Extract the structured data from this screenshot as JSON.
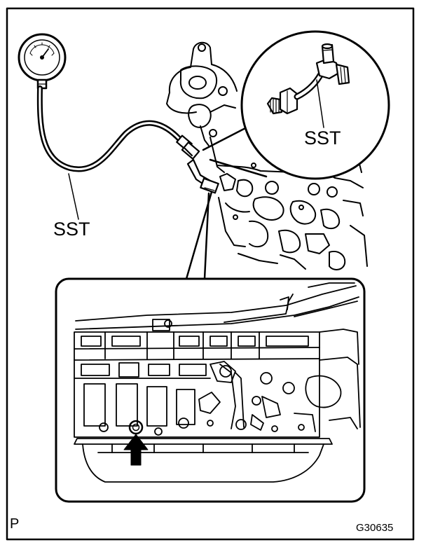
{
  "figure": {
    "labels": {
      "sst_hose": "SST",
      "sst_detail": "SST",
      "corner_mark": "P",
      "figure_code": "G30635"
    }
  }
}
